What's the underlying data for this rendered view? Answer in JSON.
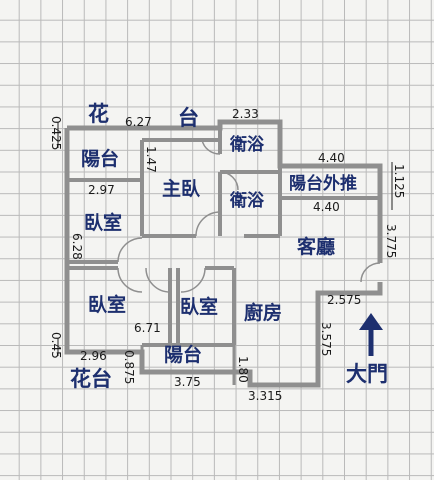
{
  "labels": {
    "hua": "花",
    "tai": "台",
    "balcony_top": "陽台",
    "master_bedroom": "主臥",
    "bath_1": "衛浴",
    "bath_2": "衛浴",
    "balcony_sliding": "陽台外推",
    "bedroom_left": "臥室",
    "living_room": "客廳",
    "bedroom_bottom_left": "臥室",
    "bedroom_bottom_mid": "臥室",
    "kitchen": "廚房",
    "balcony_bottom": "陽台",
    "flower_bed_bottom": "花台",
    "main_door": "大門"
  },
  "dimensions": {
    "d_0425": "0.425",
    "d_627": "6.27",
    "d_233": "2.33",
    "d_147": "1.47",
    "d_440_top": "4.40",
    "d_1125": "1.125",
    "d_297": "2.97",
    "d_440_mid": "4.40",
    "d_628": "6.28",
    "d_3775": "3.775",
    "d_2575": "2.575",
    "d_671": "6.71",
    "d_3575": "3.575",
    "d_045": "0.45",
    "d_296": "2.96",
    "d_0875": "0.875",
    "d_180": "1.80",
    "d_375": "3.75",
    "d_3315": "3.315"
  },
  "colors": {
    "wall": "#9a9a9a",
    "wall_inner": "#ffffff",
    "text": "#1d2f6f",
    "dim_text": "#1b1b1b",
    "arrow": "#1d2f6f"
  },
  "icons": {
    "entrance_arrow": "arrow-up-icon"
  }
}
